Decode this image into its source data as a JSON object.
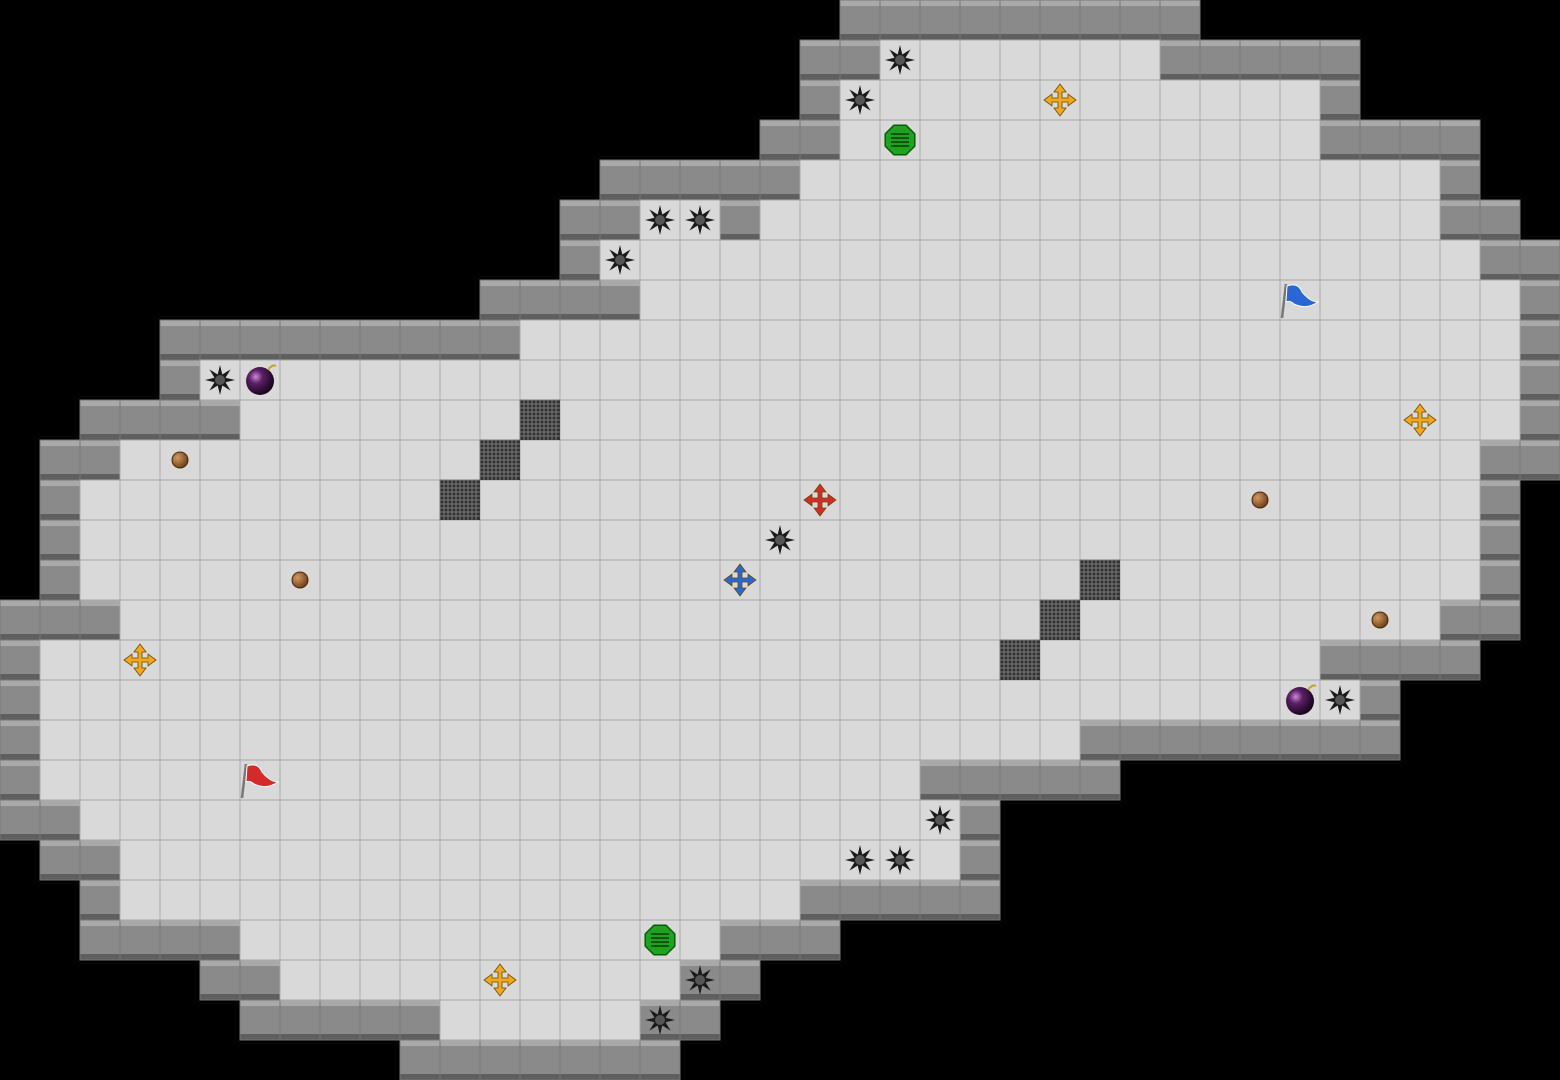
{
  "map": {
    "grid_cols": 39,
    "grid_rows": 27,
    "colors": {
      "background": "#000000",
      "floor": "#d9d9d9",
      "grid_line": "#a8a8a8",
      "wall": "#8a8a8a",
      "wall_light": "#a9a9a9",
      "wall_dark": "#5f5f5f",
      "red_team": "#d42a2a",
      "blue_team": "#2a66d4",
      "boost": "#f2a81d",
      "bomb": "#2b0a33",
      "portal": "#1fa31f",
      "mine": "#1a1a1a",
      "grate": "#333333",
      "pellet": "#9b5f2a"
    },
    "floor_rows": [
      {
        "r": 1,
        "spans": [
          [
            22,
            28
          ]
        ]
      },
      {
        "r": 2,
        "spans": [
          [
            21,
            32
          ]
        ]
      },
      {
        "r": 3,
        "spans": [
          [
            21,
            32
          ]
        ]
      },
      {
        "r": 4,
        "spans": [
          [
            20,
            35
          ]
        ]
      },
      {
        "r": 5,
        "spans": [
          [
            16,
            17
          ],
          [
            19,
            35
          ]
        ]
      },
      {
        "r": 6,
        "spans": [
          [
            15,
            36
          ]
        ]
      },
      {
        "r": 7,
        "spans": [
          [
            16,
            37
          ]
        ]
      },
      {
        "r": 8,
        "spans": [
          [
            13,
            37
          ]
        ]
      },
      {
        "r": 9,
        "spans": [
          [
            5,
            37
          ]
        ]
      },
      {
        "r": 10,
        "spans": [
          [
            6,
            37
          ]
        ]
      },
      {
        "r": 11,
        "spans": [
          [
            3,
            36
          ]
        ]
      },
      {
        "r": 12,
        "spans": [
          [
            2,
            36
          ]
        ]
      },
      {
        "r": 13,
        "spans": [
          [
            2,
            36
          ]
        ]
      },
      {
        "r": 14,
        "spans": [
          [
            2,
            36
          ]
        ]
      },
      {
        "r": 15,
        "spans": [
          [
            3,
            35
          ]
        ]
      },
      {
        "r": 16,
        "spans": [
          [
            1,
            32
          ]
        ]
      },
      {
        "r": 17,
        "spans": [
          [
            1,
            33
          ]
        ]
      },
      {
        "r": 18,
        "spans": [
          [
            1,
            26
          ]
        ]
      },
      {
        "r": 19,
        "spans": [
          [
            1,
            22
          ]
        ]
      },
      {
        "r": 20,
        "spans": [
          [
            2,
            23
          ]
        ]
      },
      {
        "r": 21,
        "spans": [
          [
            3,
            20
          ],
          [
            21,
            23
          ]
        ]
      },
      {
        "r": 22,
        "spans": [
          [
            3,
            19
          ]
        ]
      },
      {
        "r": 23,
        "spans": [
          [
            6,
            17
          ]
        ]
      },
      {
        "r": 24,
        "spans": [
          [
            7,
            16
          ]
        ]
      },
      {
        "r": 25,
        "spans": [
          [
            11,
            15
          ]
        ]
      }
    ],
    "grates": [
      [
        13,
        10
      ],
      [
        12,
        11
      ],
      [
        11,
        12
      ],
      [
        27,
        14
      ],
      [
        26,
        15
      ],
      [
        25,
        16
      ]
    ],
    "mines": [
      [
        22,
        1
      ],
      [
        21,
        2
      ],
      [
        16,
        5
      ],
      [
        17,
        5
      ],
      [
        15,
        6
      ],
      [
        5,
        9
      ],
      [
        19,
        13
      ],
      [
        33,
        17
      ],
      [
        23,
        20
      ],
      [
        21,
        21
      ],
      [
        22,
        21
      ],
      [
        17,
        24
      ],
      [
        16,
        25
      ]
    ],
    "boosts_neutral": [
      [
        26,
        2
      ],
      [
        35,
        10
      ],
      [
        3,
        16
      ],
      [
        12,
        24
      ]
    ],
    "boost_red": [
      20,
      12
    ],
    "boost_blue": [
      18,
      14
    ],
    "bombs": [
      [
        6,
        9
      ],
      [
        32,
        17
      ]
    ],
    "portals": [
      [
        22,
        3
      ],
      [
        16,
        23
      ]
    ],
    "pellets": [
      [
        4,
        11
      ],
      [
        7,
        14
      ],
      [
        31,
        12
      ],
      [
        34,
        15
      ]
    ],
    "flag_red": [
      6,
      19
    ],
    "flag_blue": [
      32,
      7
    ]
  }
}
